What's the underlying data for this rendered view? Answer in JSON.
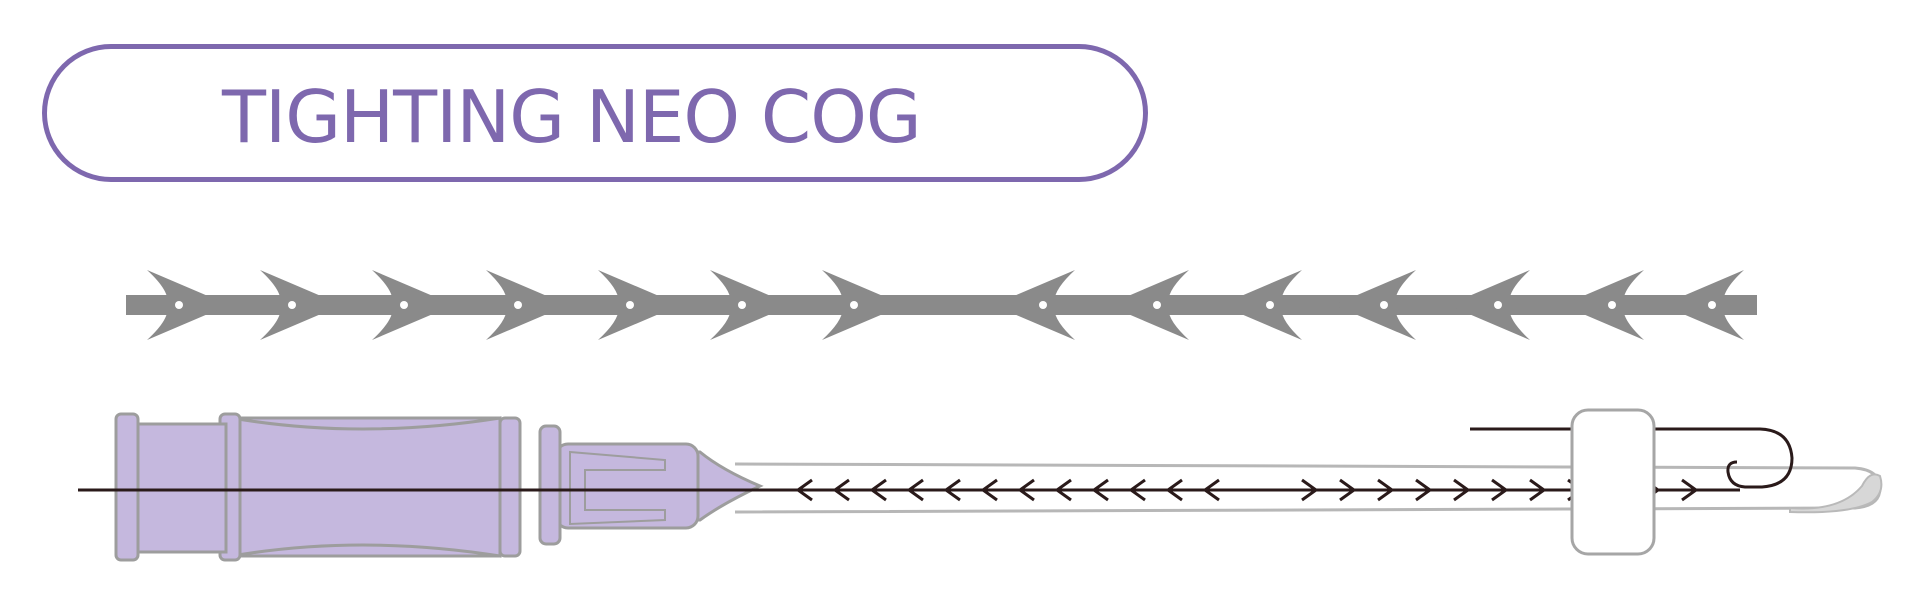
{
  "title": {
    "word1": "TIGHTING",
    "word2": "NEO COG"
  },
  "colors": {
    "accent": "#7e68ae",
    "thread": "#8a8a8a",
    "hub": "#c5b8de",
    "hub_outline": "#9d9d9d",
    "needle_line": "#2a1a1a"
  },
  "icons": {
    "thread": "cog-thread-icon",
    "cannula": "cannula-icon"
  },
  "illustration": {
    "top_thread_left_barbs": 7,
    "top_thread_right_barbs": 7,
    "needle_left_barbs": 12,
    "needle_right_barbs": 11
  }
}
